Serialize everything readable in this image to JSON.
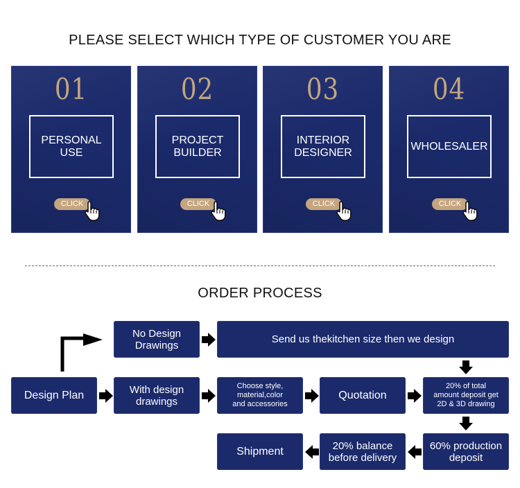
{
  "selection": {
    "heading": "PLEASE SELECT WHICH TYPE OF CUSTOMER YOU ARE",
    "cards": [
      {
        "number": "01",
        "label": "PERSONAL USE",
        "button": "CLICK"
      },
      {
        "number": "02",
        "label": "PROJECT\nBUILDER",
        "button": "CLICK"
      },
      {
        "number": "03",
        "label": "INTERIOR\nDESIGNER",
        "button": "CLICK"
      },
      {
        "number": "04",
        "label": "WHOLESALER",
        "button": "CLICK"
      }
    ],
    "card_color": "#1b2a6b",
    "number_color": "#c4a57e"
  },
  "order_process": {
    "heading": "ORDER PROCESS",
    "steps": {
      "design_plan": "Design Plan",
      "no_design": "No Design\nDrawings",
      "send_size": "Send us thekitchen size then we design",
      "with_design": "With design\ndrawings",
      "choose_style": "Choose style,\nmaterial,color\nand accessories",
      "quotation": "Quotation",
      "deposit_20": "20% of total\namount deposit get\n2D & 3D drawing",
      "production_60": "60% production\ndeposit",
      "balance_20": "20% balance\nbefore delivery",
      "shipment": "Shipment"
    },
    "box_color": "#1b2a6b",
    "arrow_color": "#000000"
  }
}
